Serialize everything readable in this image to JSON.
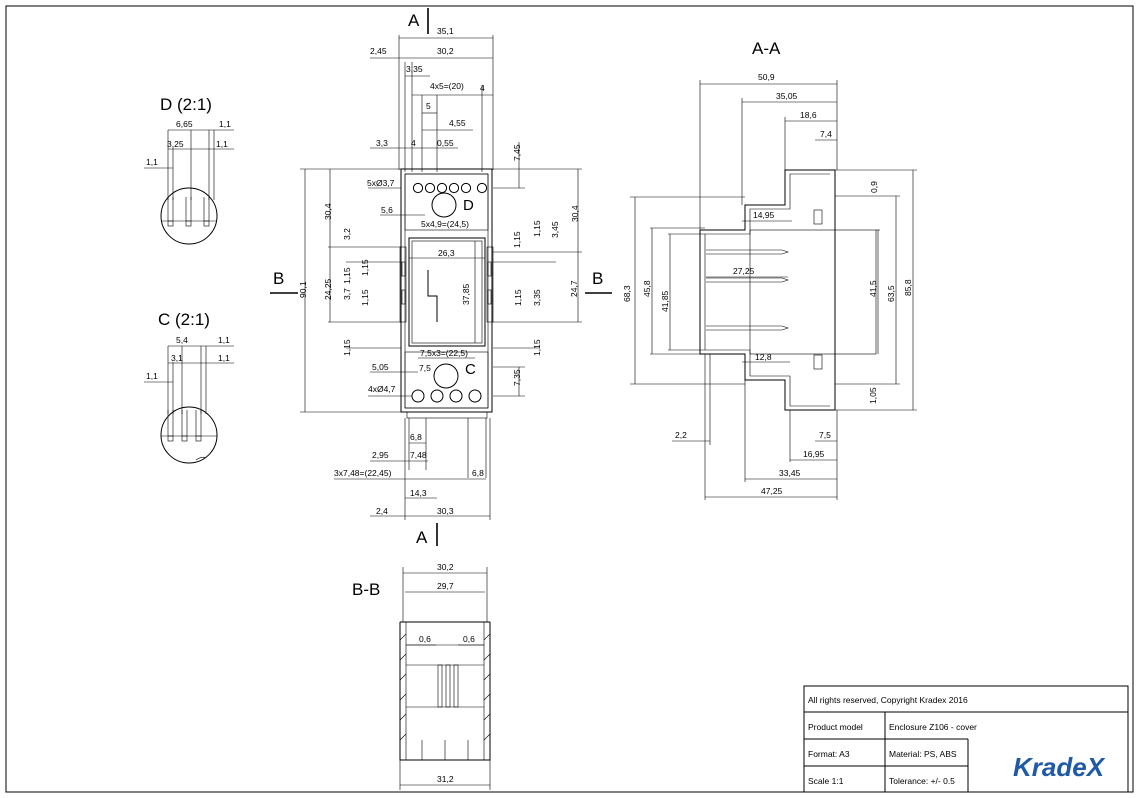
{
  "views": {
    "a_top": "A",
    "a_bottom": "A",
    "b_left": "B",
    "b_right": "B",
    "section_aa": "A-A",
    "section_bb": "B-B",
    "detail_d": "D (2:1)",
    "detail_c": "C (2:1)",
    "detail_d_marker": "D",
    "detail_c_marker": "C"
  },
  "front_dims": {
    "d35_1": "35,1",
    "d30_2": "30,2",
    "d2_45": "2,45",
    "d3_35": "3,35",
    "d4x5": "4x5=(20)",
    "d4": "4",
    "d5": "5",
    "d4_55": "4,55",
    "d3_3": "3,3",
    "d4b": "4",
    "d0_55": "0,55",
    "d7_45": "7,45",
    "d5x37": "5xØ3,7",
    "d30_4l": "30,4",
    "d30_4r": "30,4",
    "d5_6": "5,6",
    "d5x49": "5x4,9=(24,5)",
    "d3_2": "3,2",
    "d1_15a": "1,15",
    "d1_15b": "1,15",
    "d3_45": "3,45",
    "d26_3": "26,3",
    "d24_25": "24,25",
    "d3_7": "3,7",
    "d1_15c": "1,15",
    "d1_15d": "1,15",
    "d90_1": "90,1",
    "d37_85": "37,85",
    "d24_7": "24,7",
    "d1_15e": "1,15",
    "d3_35b": "3,35",
    "d1_15f": "1,15",
    "d1_15g": "1,15",
    "d1_15h": "1,15",
    "d7_5x3": "7,5x3=(22,5)",
    "d5_05": "5,05",
    "d7_5": "7,5",
    "d4x47": "4xØ4,7",
    "d7_35": "7,35",
    "d6_8a": "6,8",
    "d2_95": "2,95",
    "d7_48": "7,48",
    "d3x748": "3x7,48=(22,45)",
    "d6_8b": "6,8",
    "d14_3": "14,3",
    "d2_4": "2,4",
    "d30_3": "30,3"
  },
  "section_aa_dims": {
    "d50_9": "50,9",
    "d35_05": "35,05",
    "d18_6": "18,6",
    "d7_4": "7,4",
    "d0_9": "0,9",
    "d14_95": "14,95",
    "d27_25": "27,25",
    "d68_3": "68,3",
    "d45_8": "45,8",
    "d41_85": "41,85",
    "d41_5": "41,5",
    "d63_5": "63,5",
    "d85_8": "85,8",
    "d12_8": "12,8",
    "d1_05": "1,05",
    "d2_2": "2,2",
    "d7_5": "7,5",
    "d16_95": "16,95",
    "d33_45": "33,45",
    "d47_25": "47,25"
  },
  "detail_d_dims": {
    "a": "6,65",
    "b": "1,1",
    "c": "3,25",
    "d": "1,1",
    "e": "1,1"
  },
  "detail_c_dims": {
    "a": "5,4",
    "b": "1,1",
    "c": "3,1",
    "d": "1,1",
    "e": "1,1"
  },
  "section_bb_dims": {
    "d30_2": "30,2",
    "d29_7": "29,7",
    "d0_6a": "0,6",
    "d0_6b": "0,6",
    "d31_2": "31,2"
  },
  "title_block": {
    "copyright": "All rights reserved, Copyright Kradex 2016",
    "product_label": "Product model",
    "product_value": "Enclosure Z106 - cover",
    "format": "Format: A3",
    "material": "Material: PS, ABS",
    "scale": "Scale 1:1",
    "tolerance": "Tolerance: +/- 0.5",
    "logo_text": "KradeX",
    "logo_color": "#1f5aa6"
  }
}
